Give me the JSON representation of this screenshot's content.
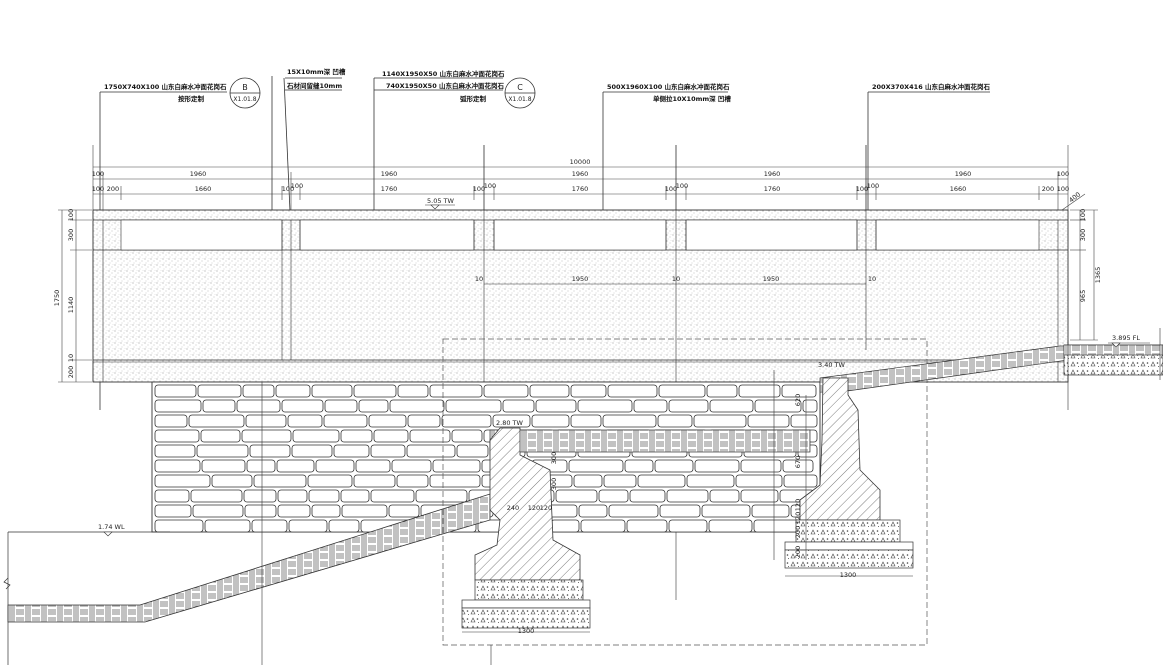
{
  "title_labels": {
    "b1_line1": "1750X740X100 山东白麻水冲面花岗石",
    "b1_line2": "按形定制",
    "b2_line1": "15X10mm深 凹槽",
    "b2_line2": "石材间留缝10mm",
    "b3_line1": "1140X1950X50 山东白麻水冲面花岗石",
    "b3_line2": "740X1950X50 山东白麻水冲面花岗石",
    "b3_line3": "弧形定制",
    "b4_line1": "500X1960X100 山东白麻水冲面花岗石",
    "b4_line2": "单侧拉10X10mm深 凹槽",
    "b5_line1": "200X370X416 山东白麻水冲面花岗石"
  },
  "markers": {
    "b_letter": "B",
    "b_sheet": "X1.01.8",
    "c_letter": "C",
    "c_sheet": "X1.01.8"
  },
  "dimensions": {
    "total": "10000",
    "row1": [
      "100",
      "1960",
      "1960",
      "1960",
      "1960",
      "1960",
      "100"
    ],
    "row2": [
      "100",
      "200",
      "1660",
      "100",
      "100",
      "1760",
      "100",
      "100",
      "1760",
      "100",
      "100",
      "1760",
      "100",
      "100",
      "1660",
      "200",
      "100"
    ],
    "mid_left": "1950",
    "mid_right": "1950",
    "ten_a": "10",
    "ten_b": "10",
    "ten_c": "10",
    "left_vertical": [
      "100",
      "300",
      "1140",
      "200",
      "10",
      "1750"
    ],
    "right_vertical": [
      "100",
      "300",
      "965",
      "1365"
    ],
    "diag": "400",
    "footing_width_left": "1300",
    "footing_width_right": "1300",
    "left_footing_dims": [
      "240",
      "120",
      "120",
      "300",
      "300"
    ],
    "right_footing_dims": [
      "620",
      "670",
      "120",
      "120",
      "200",
      "200"
    ]
  },
  "levels": {
    "tw_top": "5.05 TW",
    "fl_right": "3.895 FL",
    "tw_right": "3.40 TW",
    "tw_left": "2.80 TW",
    "wl_left": "1.74 WL"
  }
}
